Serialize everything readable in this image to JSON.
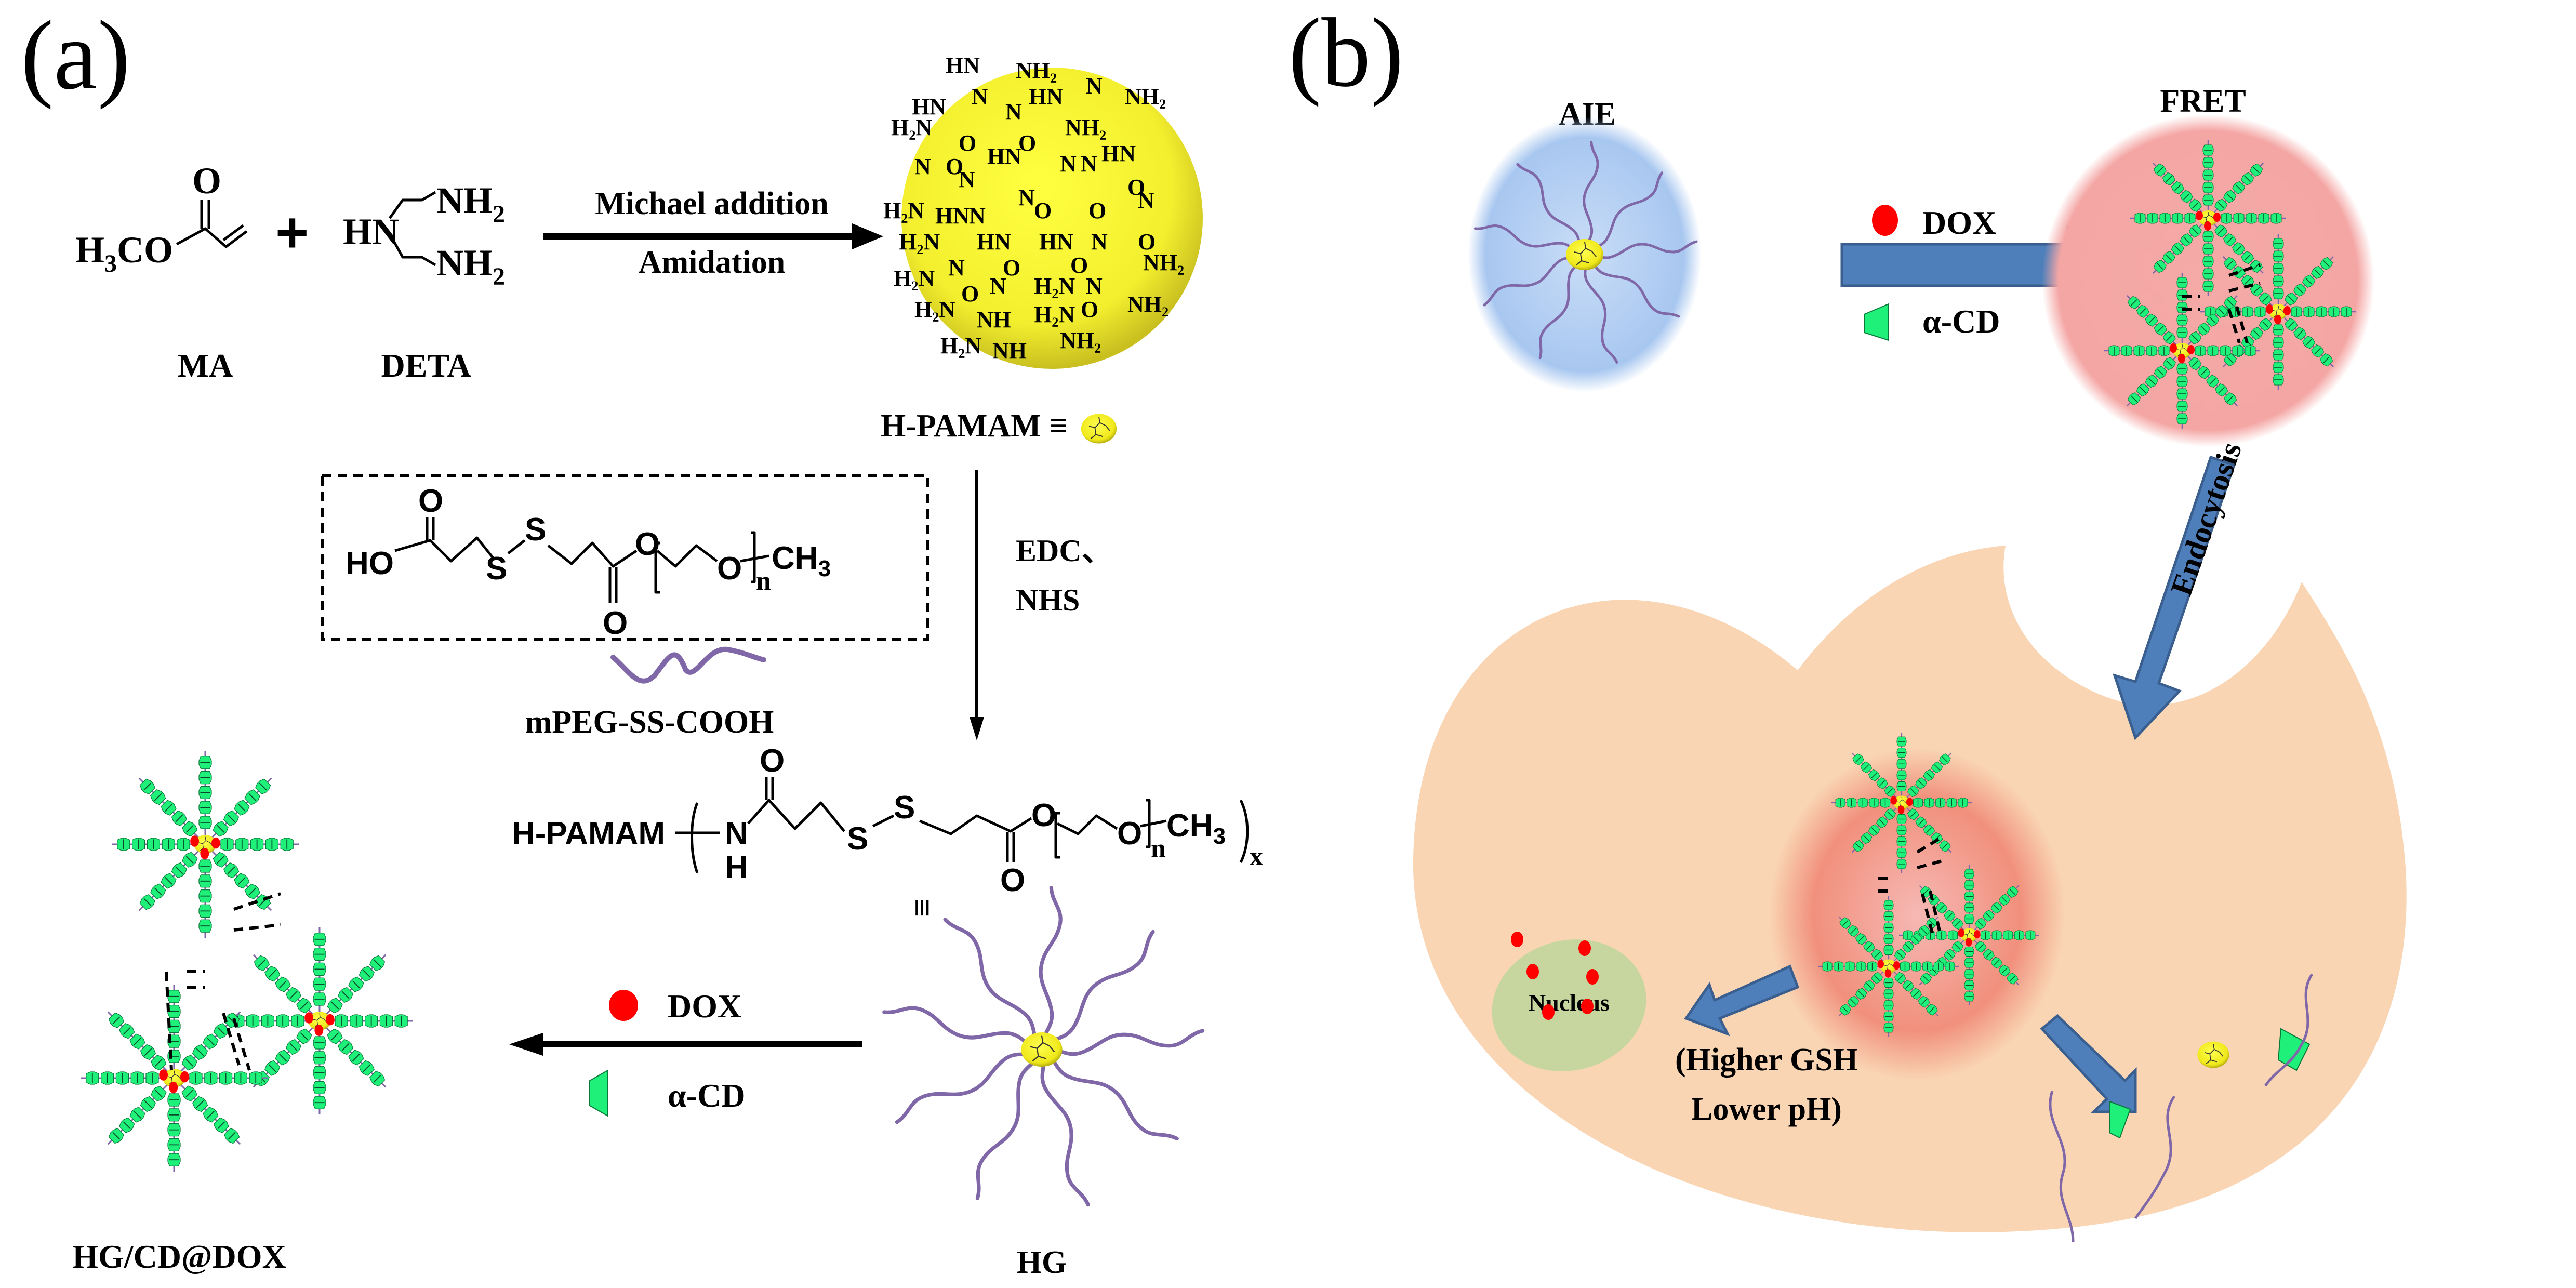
{
  "panels": {
    "a": {
      "label": "(a)",
      "reactants": {
        "ma": {
          "formula_h": "H",
          "formula_sub": "3",
          "formula_rest": "CO",
          "carbonyl_o": "O",
          "name": "MA"
        },
        "plus": "+",
        "deta": {
          "hn": "HN",
          "nh2_top": "NH",
          "nh2_bottom": "NH",
          "sub": "2",
          "name": "DETA"
        }
      },
      "step1": {
        "top": "Michael addition",
        "bottom": "Amidation"
      },
      "hpamam": {
        "label": "H-PAMAM",
        "equiv": "≡"
      },
      "linker_box": {
        "ho": "HO",
        "o_top": "O",
        "s1": "S",
        "s2": "S",
        "o_ester": "O",
        "o_bottom": "O",
        "o_peg": "O",
        "n": "n",
        "ch3": "CH",
        "sub3": "3",
        "name": "mPEG-SS-COOH"
      },
      "step2": {
        "line1": "EDC、",
        "line2": "NHS"
      },
      "product": {
        "hpamam": "H-PAMAM",
        "n": "N",
        "h": "H",
        "o_top": "O",
        "s1": "S",
        "s2": "S",
        "o_ester": "O",
        "o_bottom": "O",
        "o_peg": "O",
        "n_sub": "n",
        "ch3": "CH",
        "sub3": "3",
        "x_sub": "x",
        "equiv": "≡",
        "name": "HG"
      },
      "step3": {
        "dox": "DOX",
        "cd": "α-CD"
      },
      "final_name": "HG/CD@DOX"
    },
    "b": {
      "label": "(b)",
      "aie": "AIE",
      "fret": "FRET",
      "step": {
        "dox": "DOX",
        "cd": "α-CD"
      },
      "endocytosis": "Endocytosis",
      "nucleus": "Nucleus",
      "condition_line1": "(Higher GSH",
      "condition_line2": "Lower pH)"
    }
  },
  "colors": {
    "yellow_core": "#f2ef2a",
    "peg_chain": "#8068a8",
    "cyclodextrin": "#1ef07a",
    "dox_red": "#ff0000",
    "arrow_blue": "#4e7fbb",
    "aie_blue": "#a9c8f0",
    "fret_pink": "#f4a7a5",
    "cell": "#f9d5b4",
    "nucleus": "#c6d69e"
  }
}
